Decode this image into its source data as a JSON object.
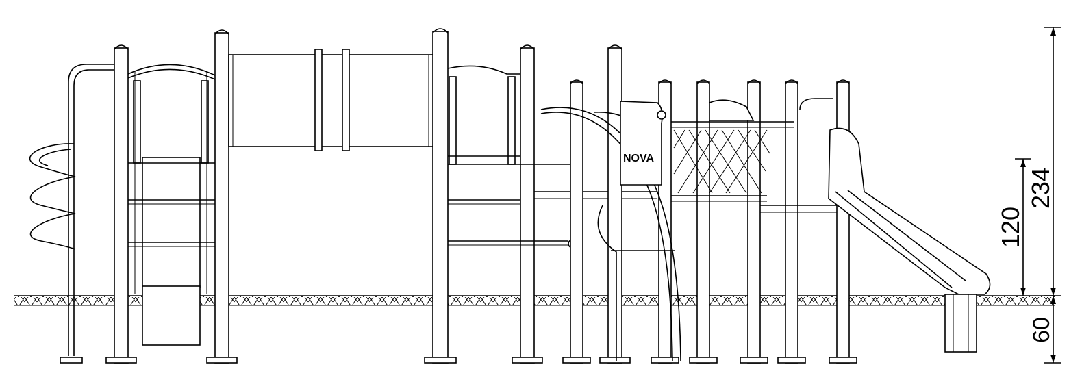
{
  "drawing": {
    "brand_label": "NOVA",
    "dimensions": {
      "total_height": "234",
      "platform_height": "120",
      "foundation_depth": "60"
    }
  }
}
